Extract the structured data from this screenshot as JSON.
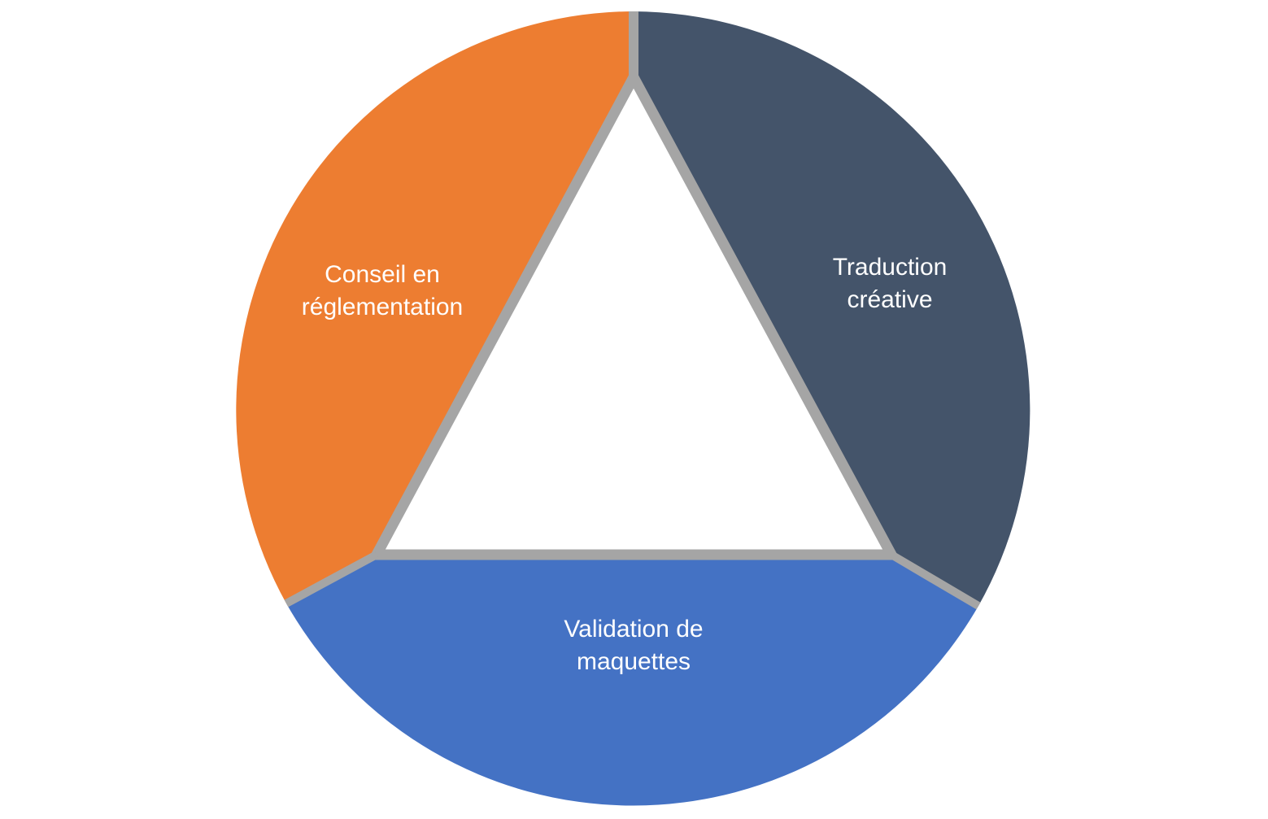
{
  "segments": [
    {
      "label_line1": "Traduction",
      "label_line2": "créative",
      "color": "#44546A"
    },
    {
      "label_line1": "Validation de",
      "label_line2": "maquettes",
      "color": "#4472C4"
    },
    {
      "label_line1": "Conseil en",
      "label_line2": "réglementation",
      "color": "#ED7D31"
    }
  ],
  "divider_color": "#A5A5A5"
}
